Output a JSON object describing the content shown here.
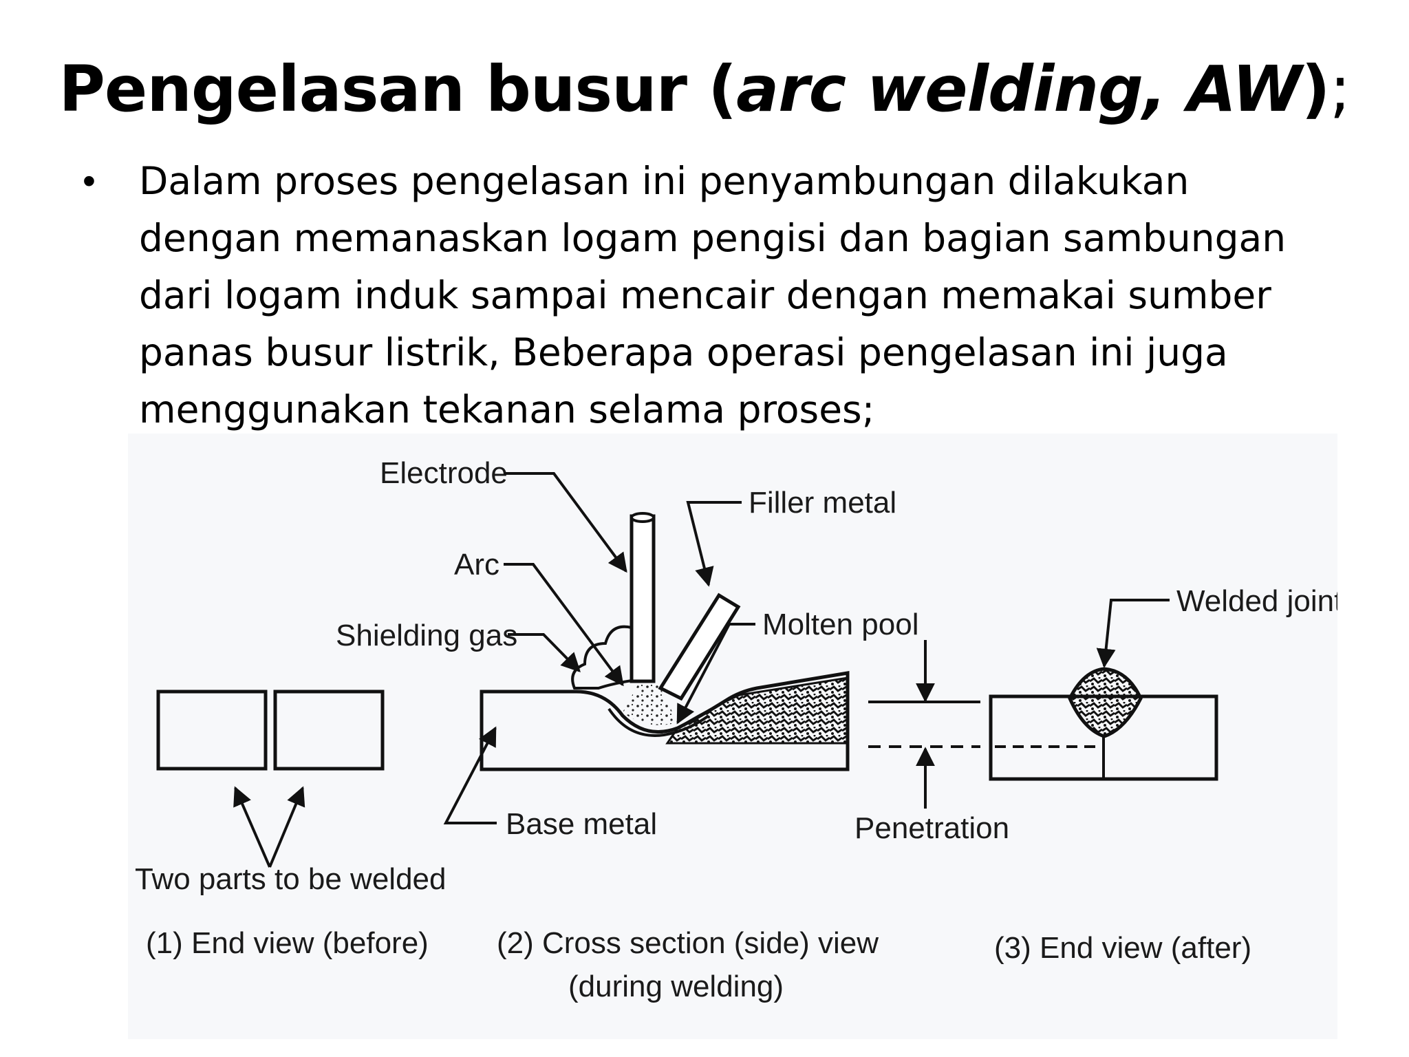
{
  "title": {
    "main": "Pengelasan busur (",
    "italic": "arc welding, AW",
    "close": ")",
    "semicolon": ";"
  },
  "bullet": {
    "symbol": "•",
    "lines": [
      "Dalam proses pengelasan ini penyambungan dilakukan",
      "dengan memanaskan logam pengisi dan bagian sambungan",
      "dari logam induk sampai mencair dengan memakai sumber",
      "panas busur listrik, Beberapa operasi pengelasan ini juga",
      "menggunakan tekanan selama proses;"
    ]
  },
  "figure": {
    "labels": {
      "electrode": "Electrode",
      "filler_metal": "Filler metal",
      "arc": "Arc",
      "shielding_gas": "Shielding gas",
      "molten_pool": "Molten pool",
      "welded_joint": "Welded joint",
      "base_metal": "Base metal",
      "penetration": "Penetration",
      "two_parts": "Two parts to be welded"
    },
    "captions": {
      "view1": "(1) End view (before)",
      "view2_line1": "(2) Cross section (side) view",
      "view2_line2": "(during welding)",
      "view3": "(3) End view (after)"
    }
  }
}
